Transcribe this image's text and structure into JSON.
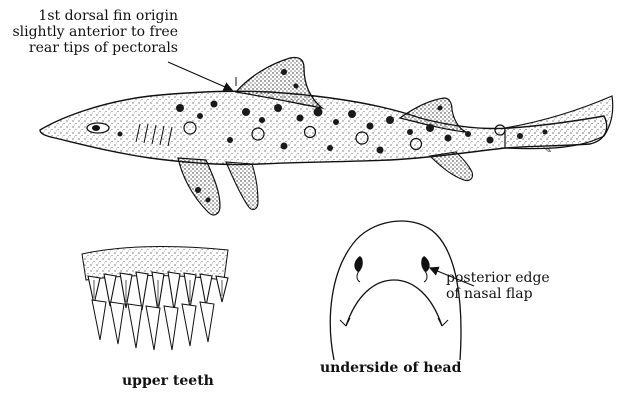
{
  "header_cut": "",
  "callouts": {
    "dorsal_fin": {
      "lines": [
        "1st dorsal fin origin",
        "slightly anterior to free",
        "rear tips of pectorals"
      ]
    },
    "nasal_flap": {
      "lines": [
        "posterior edge",
        "of nasal flap"
      ]
    }
  },
  "captions": {
    "teeth": "upper teeth",
    "head": "underside of head"
  },
  "icons": {
    "shark": "shark-body-illustration",
    "teeth": "upper-teeth-illustration",
    "head": "head-underside-illustration"
  },
  "colors": {
    "ink": "#111111",
    "background": "#ffffff"
  }
}
